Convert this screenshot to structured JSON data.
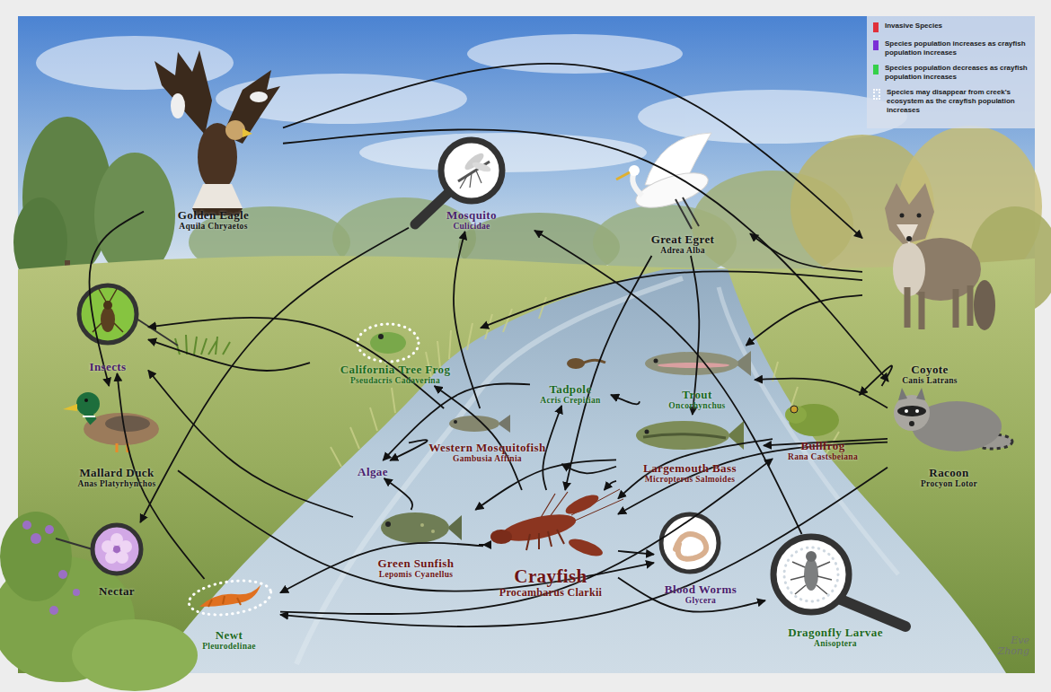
{
  "diagram": {
    "nodes": [
      {
        "text": [
          "Golden Eagle",
          "Aquila Chryaetos"
        ]
      },
      {
        "text": [
          "Mosquito",
          "Culicidae"
        ]
      },
      {
        "text": [
          "Great Egret",
          "Adrea Alba"
        ]
      },
      {
        "text": [
          "Coyote",
          "Canis Latrans"
        ]
      },
      {
        "text": [
          "Insects"
        ]
      },
      {
        "text": [
          "California Tree Frog",
          "Pseudacris Cadaverina"
        ]
      },
      {
        "text": [
          "Tadpole",
          "Acris Crepitian"
        ]
      },
      {
        "text": [
          "Trout",
          "Oncorhynchus"
        ]
      },
      {
        "text": [
          "Mallard Duck",
          "Anas Platyrhynchos"
        ]
      },
      {
        "text": [
          "Western Mosquitofish",
          "Gambusia Affinia"
        ]
      },
      {
        "text": [
          "Algae"
        ]
      },
      {
        "text": [
          "Largemouth Bass",
          "Micropterus Salmoides"
        ]
      },
      {
        "text": [
          "Bullfrog",
          "Rana Castsbeiana"
        ]
      },
      {
        "text": [
          "Racoon",
          "Procyon Lotor"
        ]
      },
      {
        "text": [
          "Nectar"
        ]
      },
      {
        "text": [
          "Green Sunfish",
          "Lepomis Cyanellus"
        ]
      },
      {
        "text": [
          "Crayfish",
          "Procambarus Clarkii"
        ]
      },
      {
        "text": [
          "Blood Worms",
          "Glycera"
        ]
      },
      {
        "text": [
          "Dragonfly Larvae",
          "Anisoptera"
        ]
      },
      {
        "text": [
          "Newt",
          "Pleurodelinae"
        ]
      }
    ],
    "edges": [
      {
        "from": 0,
        "to": 8,
        "arrow": "to"
      },
      {
        "from": 0,
        "to": 3,
        "arrow": "to"
      },
      {
        "from": 0,
        "to": 13,
        "arrow": "to"
      },
      {
        "from": 1,
        "to": 14,
        "arrow": "to"
      },
      {
        "from": 9,
        "to": 1,
        "arrow": "to"
      },
      {
        "from": 18,
        "to": 1,
        "arrow": "to"
      },
      {
        "from": 3,
        "to": 5,
        "arrow": "to"
      },
      {
        "from": 3,
        "to": 7,
        "arrow": "to"
      },
      {
        "from": 3,
        "to": 12,
        "arrow": "to"
      },
      {
        "from": 3,
        "to": 2,
        "arrow": "to"
      },
      {
        "from": 13,
        "to": 7,
        "arrow": "to"
      },
      {
        "from": 2,
        "to": 16,
        "arrow": "to"
      },
      {
        "from": 2,
        "to": 11,
        "arrow": "to"
      },
      {
        "from": 7,
        "to": 6,
        "arrow": "to"
      },
      {
        "from": 11,
        "to": 15,
        "arrow": "to"
      },
      {
        "from": 11,
        "to": 16,
        "arrow": "to"
      },
      {
        "from": 11,
        "to": 9,
        "arrow": "to"
      },
      {
        "from": 9,
        "to": 10,
        "arrow": "to"
      },
      {
        "from": 15,
        "to": 10,
        "arrow": "to"
      },
      {
        "from": 6,
        "to": 10,
        "arrow": "to"
      },
      {
        "from": 16,
        "to": 17,
        "arrow": "to"
      },
      {
        "from": 16,
        "to": 19,
        "arrow": "to"
      },
      {
        "from": 16,
        "to": 18,
        "arrow": "to"
      },
      {
        "from": 16,
        "to": 6,
        "arrow": "to"
      },
      {
        "from": 16,
        "to": 5,
        "arrow": "to"
      },
      {
        "from": 15,
        "to": 16,
        "arrow": "to"
      },
      {
        "from": 13,
        "to": 16,
        "arrow": "to"
      },
      {
        "from": 12,
        "to": 16,
        "arrow": "to"
      },
      {
        "from": 5,
        "to": 4,
        "arrow": "to"
      },
      {
        "from": 9,
        "to": 4,
        "arrow": "to"
      },
      {
        "from": 19,
        "to": 4,
        "arrow": "to"
      },
      {
        "from": 15,
        "to": 4,
        "arrow": "to"
      },
      {
        "from": 19,
        "to": 12,
        "arrow": "to"
      },
      {
        "from": 8,
        "to": 17,
        "arrow": "to"
      },
      {
        "from": 13,
        "to": 19,
        "arrow": "to"
      },
      {
        "from": 13,
        "to": 11,
        "arrow": "to"
      }
    ],
    "labels": [
      "Eve Zhong"
    ],
    "legend": [
      {
        "text": "Invasive Species",
        "color": "#e0303a"
      },
      {
        "text": "Species population increases as crayfish population increases",
        "color": "#7b2fd6"
      },
      {
        "text": "Species population decreases as crayfish population increases",
        "color": "#35d04a"
      },
      {
        "text": "Species may disappear from creek's ecosystem as the crayfish population increases"
      }
    ]
  }
}
